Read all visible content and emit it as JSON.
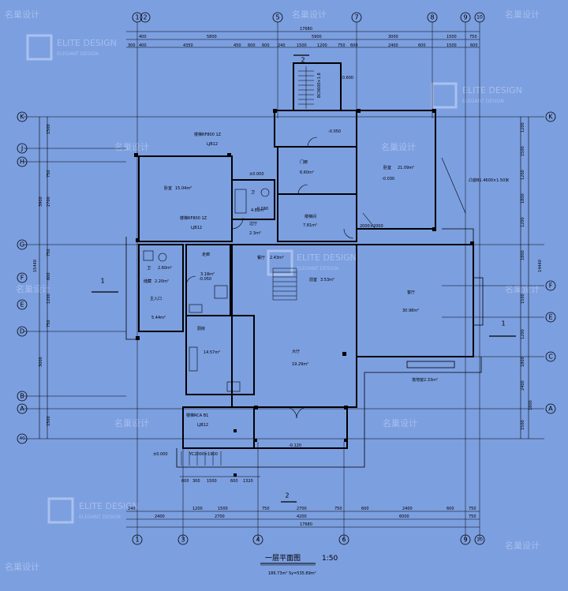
{
  "drawing": {
    "title": "一层平面图",
    "scale": "1:50",
    "area": "186.73m²  Sy=535.89m²"
  },
  "axes_top": [
    "1",
    "2",
    "5",
    "7",
    "8",
    "9",
    "10"
  ],
  "axes_bottom": [
    "1",
    "3",
    "4",
    "6",
    "9",
    "10"
  ],
  "axes_left": [
    "K",
    "J",
    "H",
    "G",
    "F",
    "E",
    "D",
    "B",
    "A",
    "A0"
  ],
  "axes_right": [
    "K",
    "F",
    "E",
    "C",
    "A"
  ],
  "dims_top_row1": [
    "17680"
  ],
  "dims_top_row2": [
    "400",
    "5800",
    "5900",
    "3000",
    "1500",
    "750"
  ],
  "dims_top_row3": [
    "300",
    "400",
    "4350",
    "450",
    "600",
    "600",
    "240",
    "1500",
    "1200",
    "750",
    "600",
    "2400",
    "600",
    "1500",
    "600"
  ],
  "dims_bottom_row1": [
    "240",
    "1200",
    "1500",
    "750",
    "2700",
    "750",
    "600",
    "2400",
    "600",
    "750"
  ],
  "dims_bottom_row2": [
    "2400",
    "2700",
    "4200",
    "6000",
    "750"
  ],
  "dims_bottom_row3": [
    "17680"
  ],
  "dims_bottom_small": [
    "600",
    "300",
    "1500",
    "600",
    "1320"
  ],
  "dims_left_total": "15440",
  "dims_right_total": "14440",
  "dims_left": [
    "1500",
    "750",
    "2700",
    "3900",
    "750",
    "600",
    "1200",
    "750",
    "3000",
    "1500"
  ],
  "dims_right": [
    "1200",
    "1500",
    "1200",
    "1800",
    "1200",
    "1800",
    "1500",
    "1200",
    "1800",
    "2400",
    "1800",
    "1500"
  ],
  "rooms": [
    {
      "name": "卧室",
      "area": "15.04m²"
    },
    {
      "name": "卫",
      "area": "4.82m²"
    },
    {
      "name": "卧室",
      "area": "21.09m²"
    },
    {
      "name": "餐厅",
      "area": "2.43m²"
    },
    {
      "name": "客厅",
      "area": "30.98m²"
    },
    {
      "name": "厨房",
      "area": "14.57m²"
    },
    {
      "name": "走廊",
      "area": "3.18m²"
    },
    {
      "name": "主入口",
      "area": "5.44m²"
    },
    {
      "name": "楼梯间",
      "area": "7.81m²"
    },
    {
      "name": "门廊",
      "area": "6.60m²"
    },
    {
      "name": "过厅",
      "area": "2.3m²"
    },
    {
      "name": "大厅",
      "area": "19.29m²"
    },
    {
      "name": "卫",
      "area": "2.60m²"
    },
    {
      "name": "储藏",
      "area": "2.20m²"
    },
    {
      "name": "前室",
      "area": "3.53m²"
    }
  ],
  "levels": [
    "±0.000",
    "-0.030",
    "-0.050",
    "-0.600",
    "-0.120",
    "±0.000",
    "-0.030",
    "-0.050"
  ],
  "notes": [
    "楼梯RF800 1Z",
    "LJB12",
    "楼梯RF800 1Z",
    "LJB12",
    "楼梯RCA B1",
    "LJB12",
    "落地窗2.33m²",
    "凸窗B1.4600×1.50米",
    "2000×2000",
    "BC0600×1.8",
    "YC2000×1900"
  ],
  "section_marks": [
    "1",
    "1",
    "2",
    "2"
  ],
  "watermark": {
    "brand": "ELITE DESIGN",
    "tagline": "ELEGANT DESIGN",
    "text": "名巢设计"
  },
  "colors": {
    "background": "#7c9fe0",
    "line": "#000000",
    "watermark": "#c9d8f6"
  }
}
